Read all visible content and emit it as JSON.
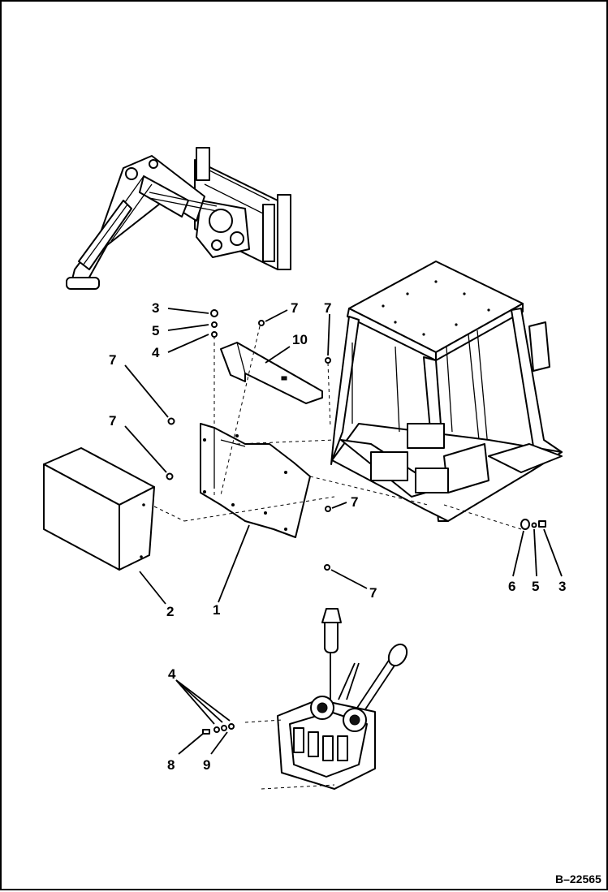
{
  "figure": {
    "reference": "B–22565",
    "callouts": [
      {
        "id": "c-3-top",
        "text": "3"
      },
      {
        "id": "c-5-top",
        "text": "5"
      },
      {
        "id": "c-4-top",
        "text": "4"
      },
      {
        "id": "c-7-a",
        "text": "7"
      },
      {
        "id": "c-7-b",
        "text": "7"
      },
      {
        "id": "c-10",
        "text": "10"
      },
      {
        "id": "c-7-c",
        "text": "7"
      },
      {
        "id": "c-7-d",
        "text": "7"
      },
      {
        "id": "c-7-e",
        "text": "7"
      },
      {
        "id": "c-7-f",
        "text": "7"
      },
      {
        "id": "c-2",
        "text": "2"
      },
      {
        "id": "c-1",
        "text": "1"
      },
      {
        "id": "c-6-right",
        "text": "6"
      },
      {
        "id": "c-5-right",
        "text": "5"
      },
      {
        "id": "c-3-right",
        "text": "3"
      },
      {
        "id": "c-4-bottom",
        "text": "4"
      },
      {
        "id": "c-8",
        "text": "8"
      },
      {
        "id": "c-9",
        "text": "9"
      }
    ]
  }
}
